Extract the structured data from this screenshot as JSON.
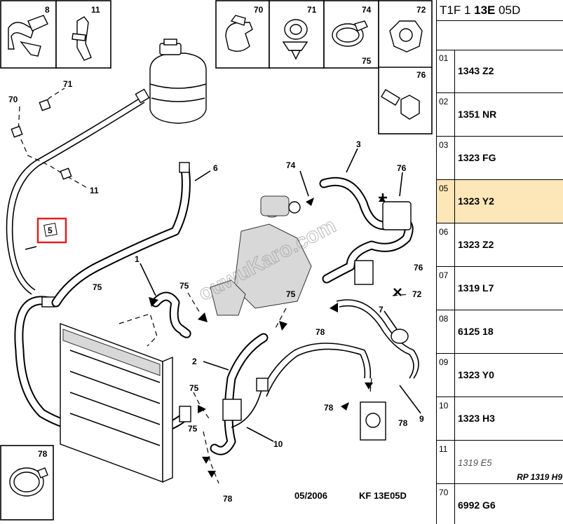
{
  "header": {
    "code_prefix": "T1F 1 ",
    "code_bold": "13E",
    "code_suffix": " 05D"
  },
  "parts_list": [
    {
      "index": "01",
      "ref": "1343 Z2"
    },
    {
      "index": "02",
      "ref": "1351 NR"
    },
    {
      "index": "03",
      "ref": "1323 FG"
    },
    {
      "index": "05",
      "ref": "1323 Y2",
      "selected": true
    },
    {
      "index": "06",
      "ref": "1323 Z2"
    },
    {
      "index": "07",
      "ref": "1319 L7"
    },
    {
      "index": "08",
      "ref": "6125 18"
    },
    {
      "index": "09",
      "ref": "1323 Y0"
    },
    {
      "index": "10",
      "ref": "1323 H3"
    },
    {
      "index": "11",
      "ref": "1319 E5",
      "note": "RP 1319 H9"
    },
    {
      "index": "70",
      "ref": "6992 G6"
    }
  ],
  "diagram": {
    "inset_labels": [
      "8",
      "11",
      "70",
      "71",
      "74",
      "72",
      "75",
      "76",
      "78"
    ],
    "callouts": {
      "c70": "70",
      "c71": "71",
      "c11": "11",
      "c5": "5",
      "c6": "6",
      "c3": "3",
      "c74": "74",
      "c76a": "76",
      "c1": "1",
      "c75a": "75",
      "c75b": "75",
      "c75c": "75",
      "c76b": "76",
      "c72": "72",
      "c7": "7",
      "c78a": "78",
      "c2": "2",
      "c75d": "75",
      "c75e": "75",
      "c78b": "78",
      "c78c": "78",
      "c9": "9",
      "c10": "10",
      "c78d": "78"
    },
    "footer_date": "05/2006",
    "footer_code": "KF 13E05D",
    "watermark": "ouwuKaro.com",
    "highlight_color": "#e02020"
  }
}
